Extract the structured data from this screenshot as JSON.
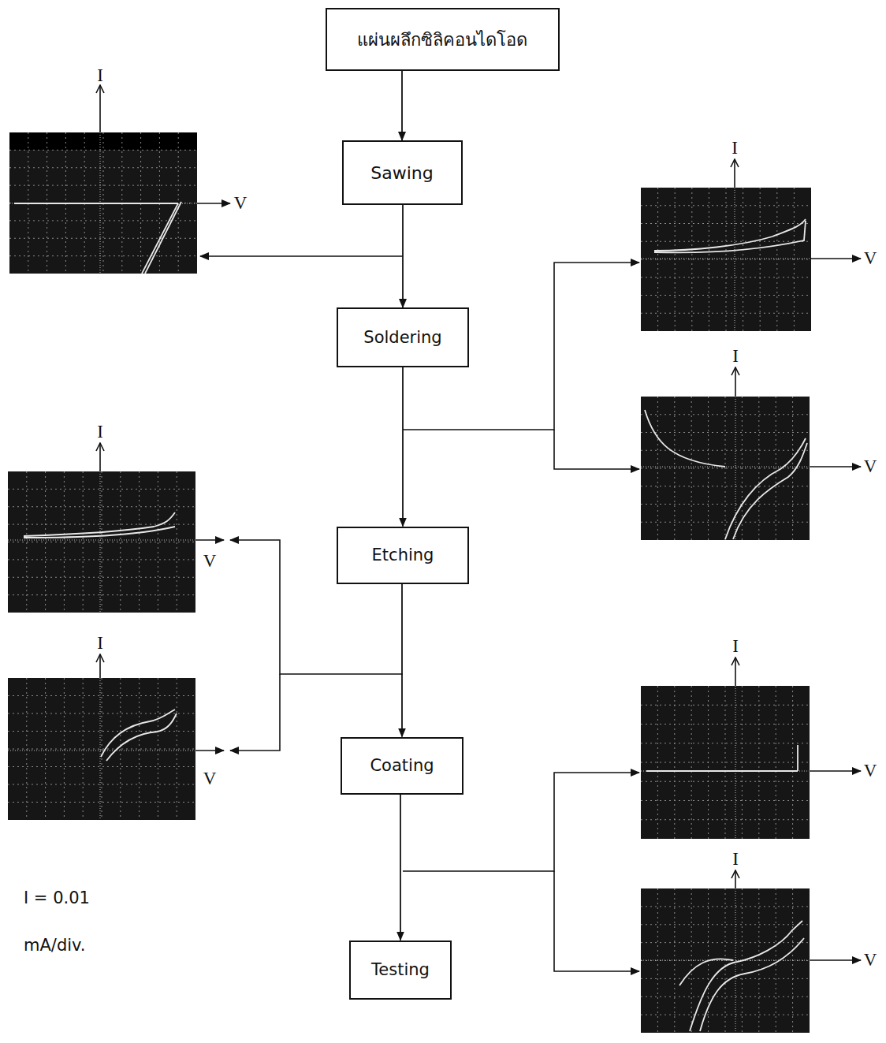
{
  "diagram": {
    "nodes": [
      {
        "text": [
          "แผ่นผลึกซิลิคอนไดโอด"
        ]
      },
      {
        "text": [
          "Sawing"
        ]
      },
      {
        "text": [
          "Soldering"
        ]
      },
      {
        "text": [
          "Etching"
        ]
      },
      {
        "text": [
          "Coating"
        ]
      },
      {
        "text": [
          "Testing"
        ]
      }
    ],
    "edges": [
      {
        "from": 0,
        "to": 1,
        "arrow": "to"
      },
      {
        "from": 1,
        "to": 2,
        "arrow": "to"
      },
      {
        "from": 2,
        "to": 3,
        "arrow": "to"
      },
      {
        "from": 3,
        "to": 4,
        "arrow": "to"
      },
      {
        "from": 4,
        "to": 5,
        "arrow": "to"
      }
    ],
    "labels": [
      "I",
      "V",
      "I",
      "V",
      "I",
      "V",
      "I",
      "V",
      "I",
      "V",
      "I",
      "V",
      "I",
      "V",
      "I = 0.01",
      "mA/div."
    ]
  }
}
